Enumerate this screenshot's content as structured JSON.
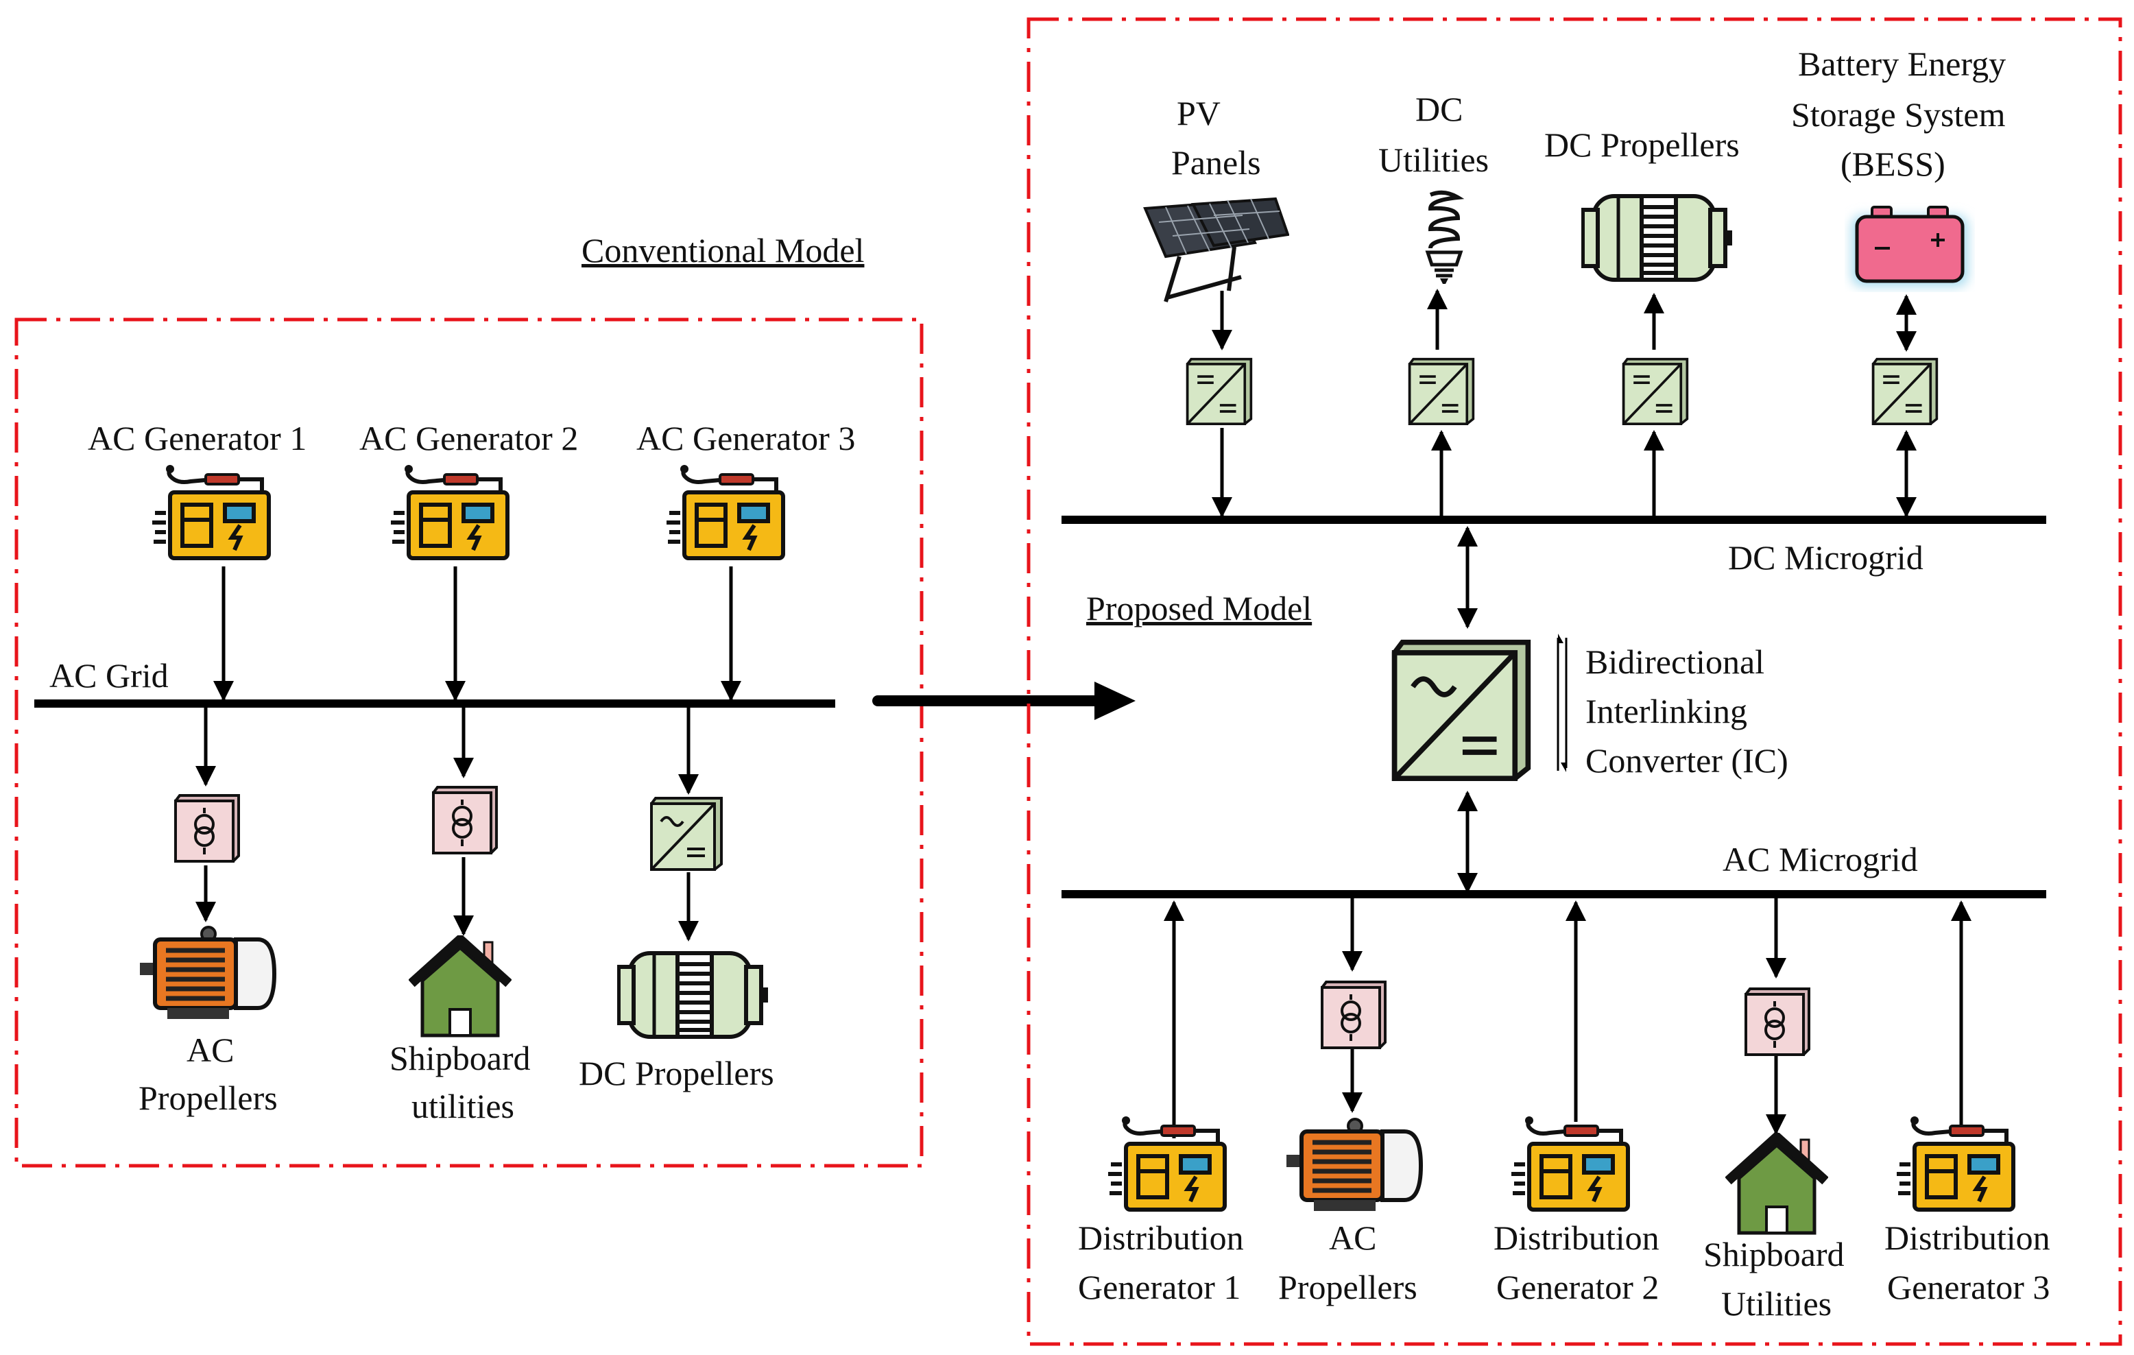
{
  "conventional": {
    "title": "Conventional Model",
    "bus_label": "AC Grid",
    "generators": [
      "AC Generator 1",
      "AC  Generator 2",
      "AC  Generator 3"
    ],
    "loads": [
      {
        "line1": "AC",
        "line2": "Propellers"
      },
      {
        "line1": "Shipboard",
        "line2": "utilities"
      },
      {
        "line1": "DC Propellers",
        "line2": ""
      }
    ]
  },
  "proposed": {
    "title": "Proposed Model",
    "dc_bus_label": "DC Microgrid",
    "ac_bus_label": "AC Microgrid",
    "top_items": [
      {
        "line1": "PV",
        "line2": "Panels",
        "line3": ""
      },
      {
        "line1": "DC",
        "line2": "Utilities",
        "line3": ""
      },
      {
        "line1": "DC Propellers",
        "line2": "",
        "line3": ""
      },
      {
        "line1": "Battery Energy",
        "line2": "Storage System",
        "line3": "(BESS)"
      }
    ],
    "converter": {
      "line1": "Bidirectional",
      "line2": "Interlinking",
      "line3": "Converter (IC)"
    },
    "bottom_items": [
      {
        "line1": "Distribution",
        "line2": "Generator 1",
        "line3": ""
      },
      {
        "line1": "AC",
        "line2": "Propellers",
        "line3": ""
      },
      {
        "line1": "Distribution",
        "line2": "Generator 2",
        "line3": ""
      },
      {
        "line1": "Shipboard",
        "line2": "Utilities",
        "line3": ""
      },
      {
        "line1": "Distribution",
        "line2": "Generator 3",
        "line3": ""
      }
    ]
  },
  "colors": {
    "frame": "#e8141b",
    "generator": "#f5b915",
    "motor_orange": "#e87722",
    "house_green": "#6e9a44",
    "converter_green": "#d6e7c6",
    "transformer_pink": "#f3d6d8",
    "battery_pink": "#f06a8e"
  }
}
